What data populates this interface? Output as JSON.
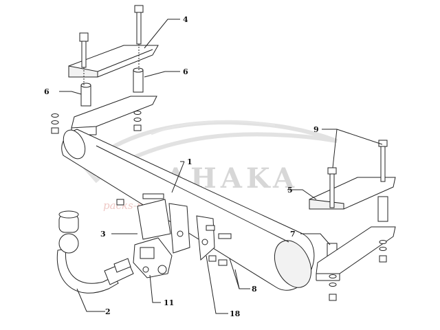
{
  "watermark": {
    "brand": "AHAKA",
    "site": "packs-my-travel",
    "colors": {
      "brand": "#d7d7d7",
      "site": "#efc9c6"
    }
  },
  "callouts": [
    "1",
    "2",
    "3",
    "4",
    "5",
    "6",
    "6",
    "7",
    "8",
    "9",
    "11",
    "18"
  ]
}
